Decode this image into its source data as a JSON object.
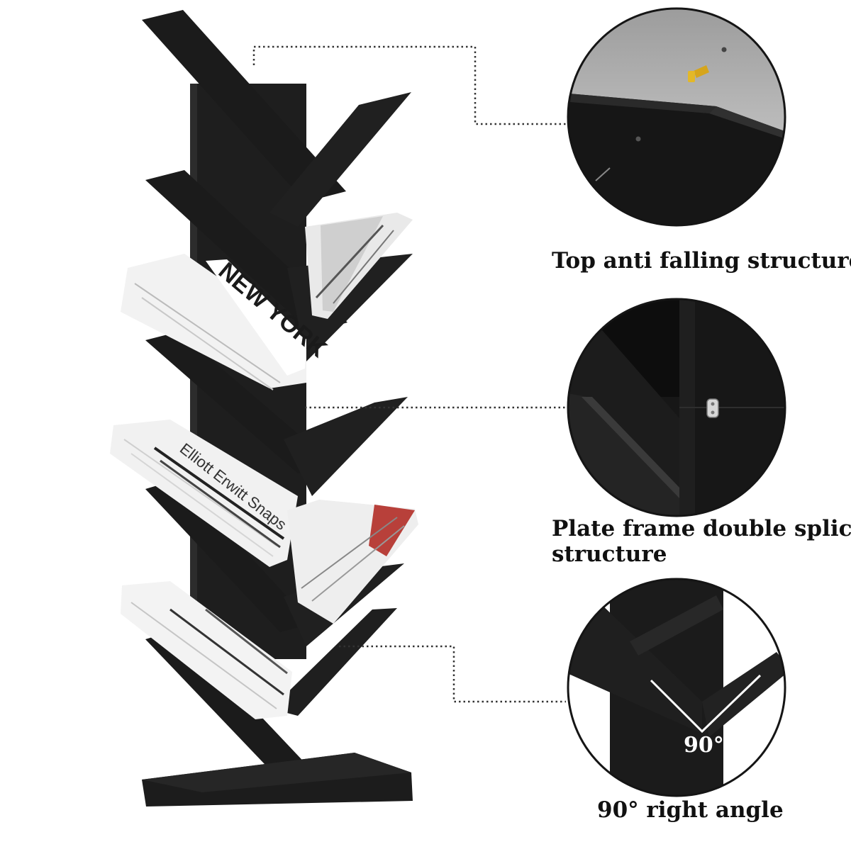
{
  "colors": {
    "shelf": "#1b1b1b",
    "shelf_edge": "#0c0c0c",
    "book_page": "#f2f2f2",
    "callout_line": "#333333",
    "circle_border": "#151515"
  },
  "books": {
    "spine_title": "NEW YORK",
    "spine_author": "Elliott Erwitt Snaps"
  },
  "details": [
    {
      "caption_line1": "Top anti falling structure",
      "caption_line2": ""
    },
    {
      "caption_line1": "Plate frame double splicing",
      "caption_line2": "structure"
    },
    {
      "caption_line1": "90° right angle",
      "caption_line2": "",
      "angle_label": "90°"
    }
  ]
}
